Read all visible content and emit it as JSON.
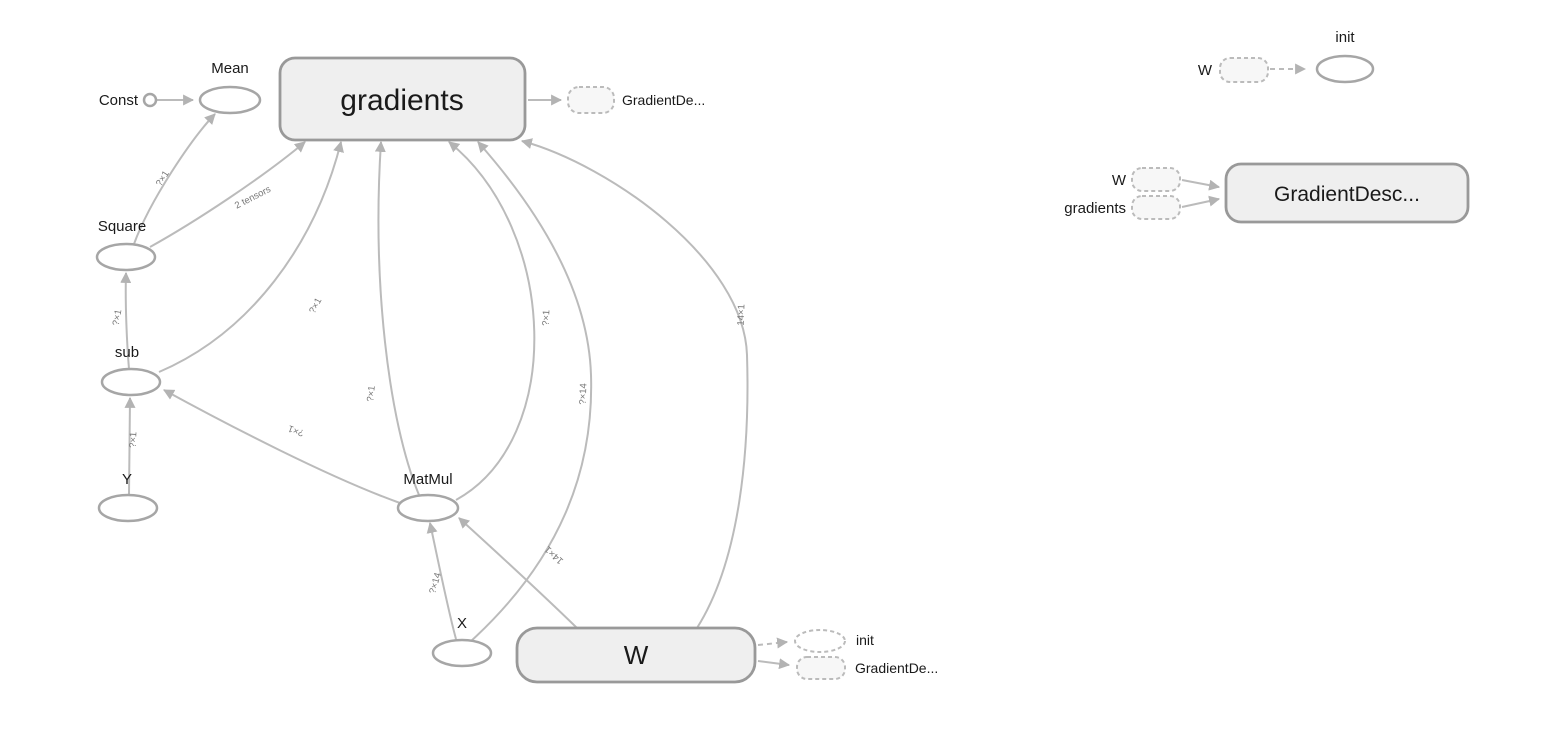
{
  "main_graph": {
    "nodes": {
      "const": "Const",
      "mean": "Mean",
      "gradients": "gradients",
      "square": "Square",
      "sub": "sub",
      "y": "Y",
      "matmul": "MatMul",
      "x": "X",
      "w": "W",
      "gradient_descent_ref_top": "GradientDe...",
      "init_ref": "init",
      "gradient_descent_ref_bottom": "GradientDe..."
    },
    "edge_labels": {
      "square_to_mean": "?×1",
      "square_to_gradients": "2 tensors",
      "sub_to_square": "?×1",
      "y_to_sub": "?×1",
      "sub_to_gradients": "?×1",
      "matmul_to_sub": "?×1",
      "matmul_to_gradients_a": "?×1",
      "matmul_to_gradients_b": "?×1",
      "x_to_gradients": "?×14",
      "w_to_gradients": "14×1",
      "x_to_matmul": "?×14",
      "w_to_matmul": "14×1"
    }
  },
  "aux_graph": {
    "init_group": {
      "input_label": "W",
      "node_label": "init"
    },
    "gradient_descent_group": {
      "input_w_label": "W",
      "input_gradients_label": "gradients",
      "node_label": "GradientDesc..."
    }
  },
  "colors": {
    "edge": "#bbbbbb",
    "node_border": "#9e9e9e",
    "namespace_fill": "#efefef",
    "op_fill": "#ffffff",
    "label_text": "#1a1a1a",
    "edge_label_text": "#777777",
    "background": "#ffffff"
  }
}
